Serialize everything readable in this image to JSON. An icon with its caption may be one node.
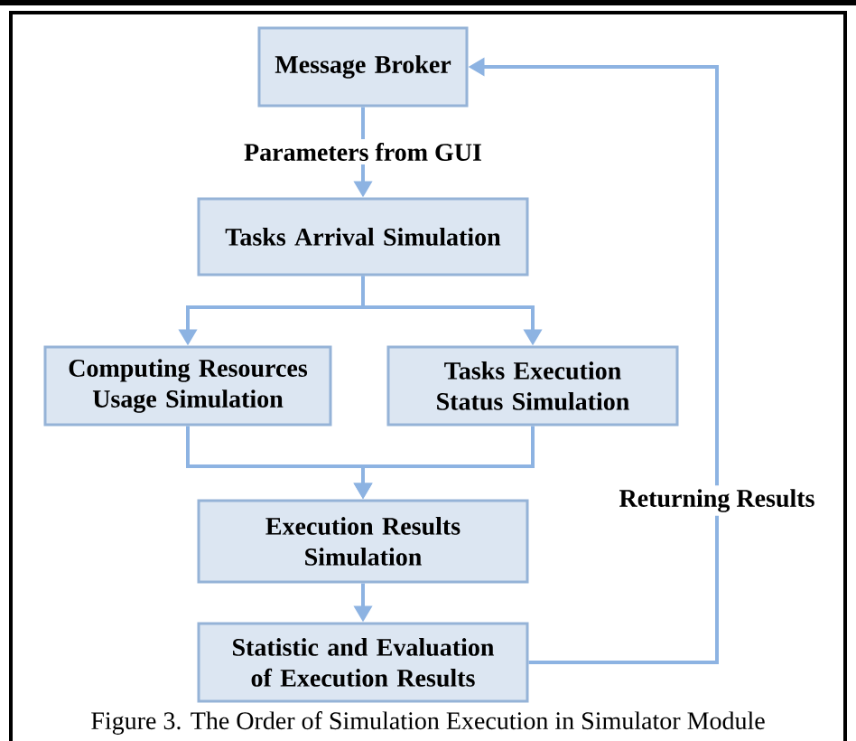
{
  "diagram": {
    "caption": "Figure 3. The Order of Simulation Execution in Simulator Module",
    "nodes": [
      {
        "text": [
          "Message Broker"
        ]
      },
      {
        "text": [
          "Tasks Arrival Simulation"
        ]
      },
      {
        "text": [
          "Computing Resources Usage Simulation"
        ]
      },
      {
        "text": [
          "Tasks Execution Status Simulation"
        ]
      },
      {
        "text": [
          "Execution Results Simulation"
        ]
      },
      {
        "text": [
          "Statistic and Evaluation of Execution Results"
        ]
      }
    ],
    "edges": [
      {
        "from": 0,
        "to": 1,
        "arrow": "to",
        "label": "Parameters from GUI"
      },
      {
        "from": 1,
        "to": 2,
        "arrow": "to"
      },
      {
        "from": 1,
        "to": 3,
        "arrow": "to"
      },
      {
        "from": 2,
        "to": 4,
        "arrow": "to"
      },
      {
        "from": 3,
        "to": 4,
        "arrow": "to"
      },
      {
        "from": 4,
        "to": 5,
        "arrow": "to"
      },
      {
        "from": 5,
        "to": 0,
        "arrow": "to",
        "label": "Returning Results"
      }
    ]
  }
}
